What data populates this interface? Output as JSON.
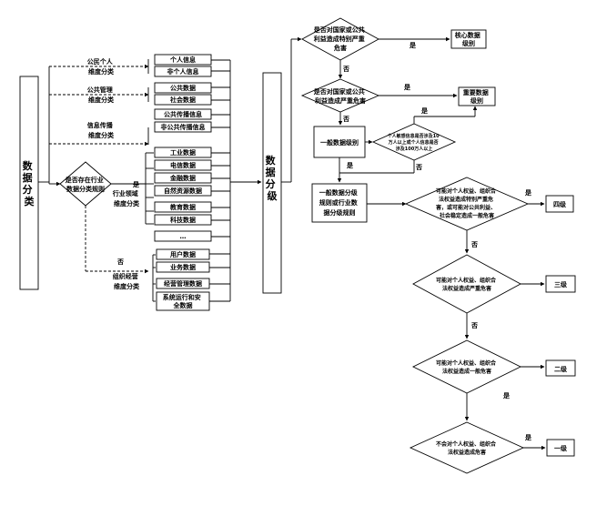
{
  "classification": {
    "title": "数据分类",
    "decision": [
      "是否存在行业",
      "数据分类规则"
    ],
    "yes": "是",
    "no": "否",
    "dims": {
      "citizen": [
        "公民个人",
        "维度分类"
      ],
      "public": [
        "公共管理",
        "维度分类"
      ],
      "info": [
        "信息传播",
        "维度分类"
      ],
      "industry": [
        "行业领域",
        "维度分类"
      ],
      "org": [
        "组织经营",
        "维度分类"
      ]
    },
    "items": {
      "personal": "个人信息",
      "nonpersonal": "非个人信息",
      "public_data": "公共数据",
      "social_data": "社会数据",
      "pub_info": "公共传播信息",
      "nonpub_info": "非公共传播信息",
      "industrial": "工业数据",
      "telecom": "电信数据",
      "finance": "金融数据",
      "natural": "自然资源数据",
      "education": "教育数据",
      "science": "科技数据",
      "ellipsis": "…",
      "user": "用户数据",
      "business": "业务数据",
      "management": "经营管理数据",
      "system": [
        "系统运行和安",
        "全数据"
      ]
    }
  },
  "grading": {
    "title": "数据分级",
    "d1": [
      "是否对国家或公共",
      "利益造成特别严重",
      "危害"
    ],
    "d2": [
      "是否对国家或公共",
      "利益造成严重危害"
    ],
    "d3": [
      "个人敏感信息是否涉及10",
      "万人以上或个人信息是否",
      "涉及100万人以上"
    ],
    "core": [
      "核心数据",
      "级别"
    ],
    "important": [
      "重要数据",
      "级别"
    ],
    "general": "一般数据级别",
    "rule": [
      "一般数据分级",
      "规则或行业数",
      "据分级规则"
    ],
    "q4": [
      "可能对个人权益、组织合",
      "法权益造成特别严重危",
      "害，或可能对公共利益、",
      "社会稳定造成一般危害"
    ],
    "q3": [
      "可能对个人权益、组织合",
      "法权益造成严重危害"
    ],
    "q2": [
      "可能对个人权益、组织合",
      "法权益造成一般危害"
    ],
    "q1": [
      "不会对个人权益、组织合",
      "法权益造成危害"
    ],
    "l4": "四级",
    "l3": "三级",
    "l2": "二级",
    "l1": "一级",
    "yes": "是",
    "no": "否"
  }
}
